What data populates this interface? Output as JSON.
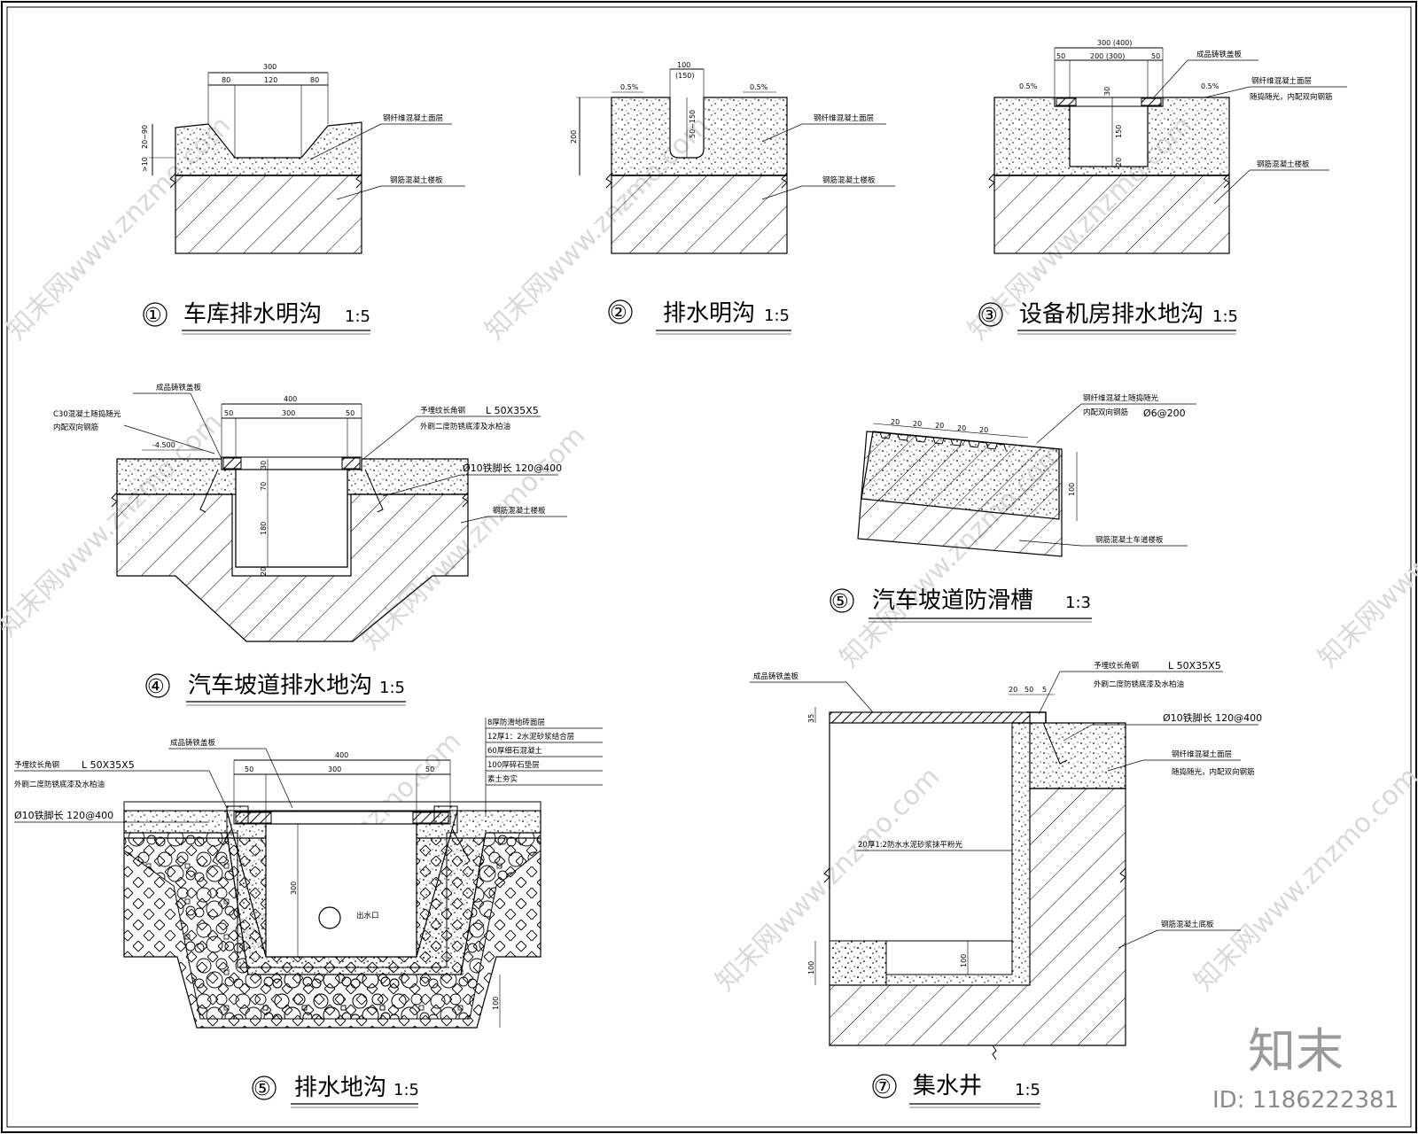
{
  "details": [
    {
      "num": "①",
      "title": "车库排水明沟",
      "scale": "1:5",
      "dims": [
        "300",
        "80",
        "120",
        "80",
        "20~90",
        ">10"
      ],
      "notes": [
        "钢纤维混凝土面层",
        "钢筋混凝土楼板"
      ]
    },
    {
      "num": "②",
      "title": "排水明沟",
      "scale": "1:5",
      "dims": [
        "100",
        "(150)",
        "0.5%",
        "0.5%",
        "200",
        "50~150"
      ],
      "notes": [
        "钢纤维混凝土面层",
        "钢筋混凝土楼板"
      ]
    },
    {
      "num": "③",
      "title": "设备机房排水地沟",
      "scale": "1:5",
      "dims": [
        "300 (400)",
        "50",
        "200 (300)",
        "50",
        "0.5%",
        "0.5%",
        "30",
        "150",
        "20"
      ],
      "notes": [
        "成品铸铁盖板",
        "钢纤维混凝土面层",
        "随捣随光，内配双向钢筋",
        "钢筋混凝土楼板"
      ]
    },
    {
      "num": "④",
      "title": "汽车坡道排水地沟",
      "scale": "1:5",
      "dims": [
        "400",
        "50",
        "300",
        "50",
        "-4.500",
        "30",
        "70",
        "180",
        "20"
      ],
      "notes": [
        "成品铸铁盖板",
        "C30混凝土随捣随光",
        "内配双向钢筋",
        "予埋纹长角钢",
        "L 50X35X5",
        "外刷二度防锈底漆及水柏油",
        "Ø10铁脚长 120@400",
        "钢筋混凝土楼板"
      ]
    },
    {
      "num": "⑤",
      "title": "汽车坡道防滑槽",
      "scale": "1:3",
      "dims": [
        "20",
        "100"
      ],
      "notes": [
        "钢纤维混凝土随捣随光",
        "内配双向钢筋",
        "Ø6@200",
        "钢筋混凝土车道楼板"
      ]
    },
    {
      "num": "⑤",
      "title": "排水地沟",
      "scale": "1:5",
      "dims": [
        "400",
        "50",
        "300",
        "50",
        "300",
        "100"
      ],
      "notes": [
        "成品铸铁盖板",
        "予埋纹长角钢",
        "L 50X35X5",
        "外刷二度防锈底漆及水柏油",
        "Ø10铁脚长 120@400",
        "出水口",
        "8厚防滑地砖面层",
        "12厚1：2水泥砂浆结合层",
        "60厚细石混凝土",
        "100厚碎石垫层",
        "素土夯实"
      ]
    },
    {
      "num": "⑦",
      "title": "集水井",
      "scale": "1:5",
      "dims": [
        "20",
        "50",
        "5",
        "35",
        "100",
        "100"
      ],
      "notes": [
        "成品铸铁盖板",
        "予埋纹长角钢",
        "L 50X35X5",
        "外刷二度防锈底漆及水柏油",
        "Ø10铁脚长 120@400",
        "钢纤维混凝土面层",
        "随捣随光，内配双向钢筋",
        "20厚1:2防水水泥砂浆抹平粉光",
        "钢筋混凝土底板"
      ]
    }
  ],
  "watermark": "知末网www.znzmo.com",
  "brand": "知末",
  "id_label": "ID: 1186222381"
}
